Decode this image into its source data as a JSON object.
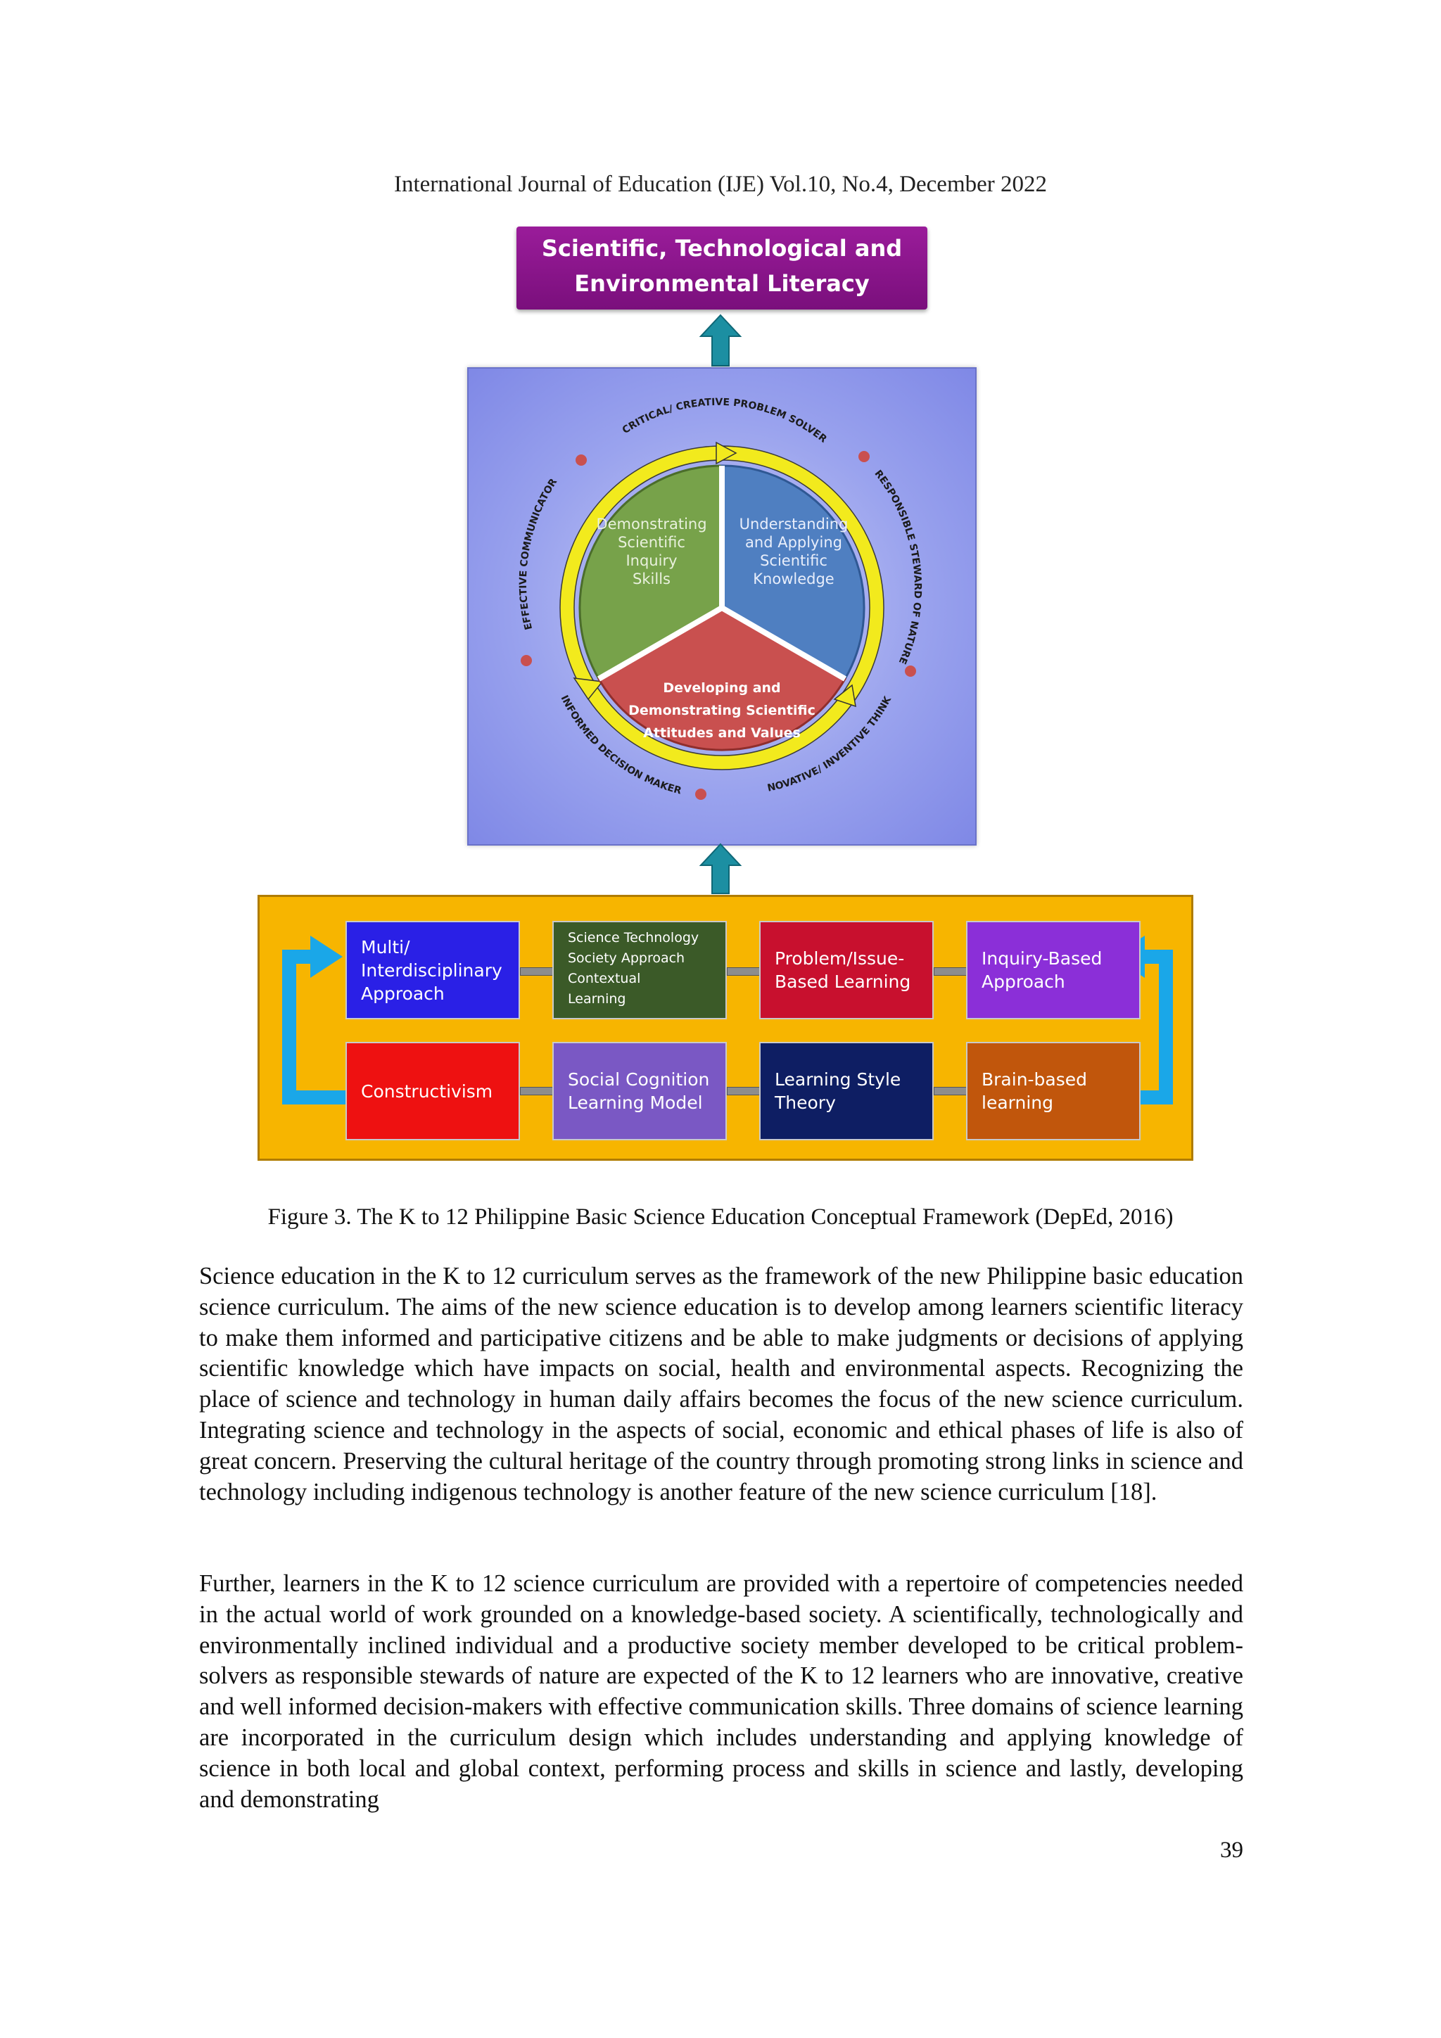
{
  "running_head": "International Journal of Education (IJE) Vol.10, No.4, December 2022",
  "figure": {
    "goal": [
      "Scientific, Technological and",
      "Environmental Literacy"
    ],
    "domains": {
      "inquiry": [
        "Demonstrating",
        "Scientific",
        "Inquiry",
        "Skills"
      ],
      "knowledge": [
        "Understanding",
        "and Applying",
        "Scientific",
        "Knowledge"
      ],
      "attitudes": [
        "Developing and",
        "Demonstrating Scientific",
        "Attitudes and Values"
      ]
    },
    "outcomes": {
      "top": "CRITICAL/ CREATIVE PROBLEM SOLVER",
      "right": "RESPONSIBLE STEWARD OF NATURE",
      "bottom_right": "INNOVATIVE/ INVENTIVE THINKER",
      "bottom_left": "INFORMED DECISION MAKER",
      "left": "EFFECTIVE COMMUNICATOR"
    },
    "approaches": [
      {
        "lines": [
          "Multi/",
          "Interdisciplinary",
          "Approach"
        ],
        "color": "#2a20e6"
      },
      {
        "lines": [
          "Science Technology",
          "Society Approach",
          "Contextual",
          "Learning"
        ],
        "color": "#3b5a28"
      },
      {
        "lines": [
          "Problem/Issue-",
          "Based Learning"
        ],
        "color": "#c8102e"
      },
      {
        "lines": [
          "Inquiry-Based",
          "Approach"
        ],
        "color": "#8b2fd8"
      },
      {
        "lines": [
          "Constructivism"
        ],
        "color": "#ee1111"
      },
      {
        "lines": [
          "Social Cognition",
          "Learning Model"
        ],
        "color": "#7a58c4"
      },
      {
        "lines": [
          "Learning Style",
          "Theory"
        ],
        "color": "#0e1e63"
      },
      {
        "lines": [
          "Brain-based",
          "learning"
        ],
        "color": "#c1560c"
      }
    ],
    "colors": {
      "goal": "#8a168b",
      "inquiry_sector": "#77a24a",
      "knowledge_sector": "#4f7fc1",
      "attitudes_sector": "#c9504f",
      "ring": "#f2ea1d",
      "panel": "#f7b500",
      "arrow": "#1c8fa2"
    }
  },
  "caption": "Figure 3. The K to 12 Philippine Basic Science Education Conceptual Framework (DepEd, 2016)",
  "paragraphs": [
    "Science education in the K to 12 curriculum serves as the framework of the new Philippine basic education science curriculum. The aims of the new science education is to develop among learners scientific literacy to make them informed and participative citizens and be able to make judgments or decisions of applying scientific knowledge which have impacts on social, health and environmental aspects. Recognizing the place of science and technology in human daily affairs becomes the focus of the new science curriculum. Integrating science and technology in the aspects of social, economic and ethical phases of life is also of great concern. Preserving the cultural heritage of the country through promoting strong links in science and technology including indigenous technology is another feature of the new science curriculum [18].",
    "Further, learners in the K to 12 science curriculum are provided with a repertoire of competencies needed in the actual world of work grounded on a knowledge-based society. A scientifically, technologically and environmentally inclined individual and a productive society member developed to be critical problem-solvers as responsible stewards of nature are expected of the K to 12 learners who are innovative, creative and well informed decision-makers with effective communication skills. Three domains of science learning are incorporated in the curriculum design which includes understanding and applying knowledge of science in both local and global context, performing process and skills in science and lastly, developing and demonstrating"
  ],
  "page_number": "39"
}
